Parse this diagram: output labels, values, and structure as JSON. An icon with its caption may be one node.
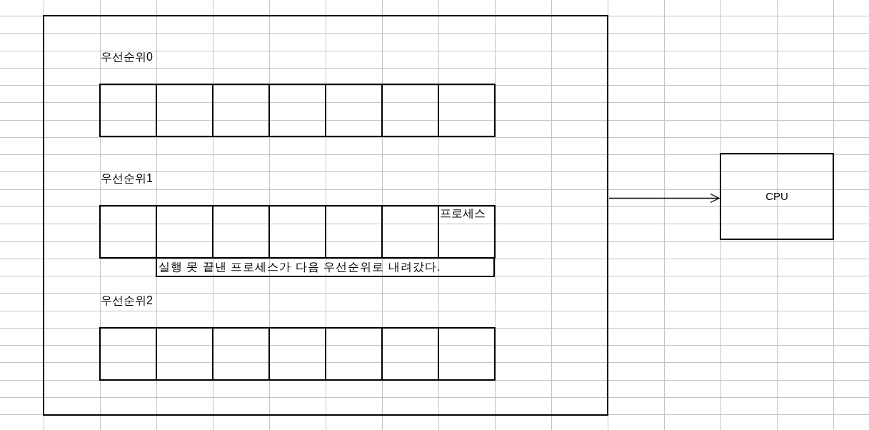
{
  "diagram": {
    "nodes": [
      {
        "text": [],
        "shape": "box"
      },
      {
        "text": [],
        "shape": "box",
        "in": 0
      },
      {
        "text": [],
        "shape": "box",
        "in": 0
      },
      {
        "text": [],
        "shape": "box",
        "in": 0
      },
      {
        "text": [],
        "shape": "box",
        "in": 0
      },
      {
        "text": [],
        "shape": "box",
        "in": 0
      },
      {
        "text": [],
        "shape": "box",
        "in": 0
      },
      {
        "text": [],
        "shape": "box",
        "in": 0
      },
      {
        "text": [],
        "shape": "box",
        "in": 0
      },
      {
        "text": [],
        "shape": "box",
        "in": 0
      },
      {
        "text": [],
        "shape": "box",
        "in": 0
      },
      {
        "text": [],
        "shape": "box",
        "in": 0
      },
      {
        "text": [],
        "shape": "box",
        "in": 0
      },
      {
        "text": [],
        "shape": "box",
        "in": 0
      },
      {
        "text": [
          "프로세스"
        ],
        "in": 0
      },
      {
        "text": [
          "실행 못 끝낸 프로세스가 다음 우선순위로 내려갔다."
        ],
        "in": 0
      },
      {
        "text": [],
        "shape": "box",
        "in": 0
      },
      {
        "text": [],
        "shape": "box",
        "in": 0
      },
      {
        "text": [],
        "shape": "box",
        "in": 0
      },
      {
        "text": [],
        "shape": "box",
        "in": 0
      },
      {
        "text": [],
        "shape": "box",
        "in": 0
      },
      {
        "text": [],
        "shape": "box",
        "in": 0
      },
      {
        "text": [],
        "shape": "box",
        "in": 0
      },
      {
        "text": [
          "CPU"
        ]
      }
    ],
    "edges": [
      {
        "from": 0,
        "to": 23,
        "arrow": "to"
      }
    ],
    "labels": [
      "우선순위0",
      "우선순위1",
      "우선순위2"
    ]
  }
}
